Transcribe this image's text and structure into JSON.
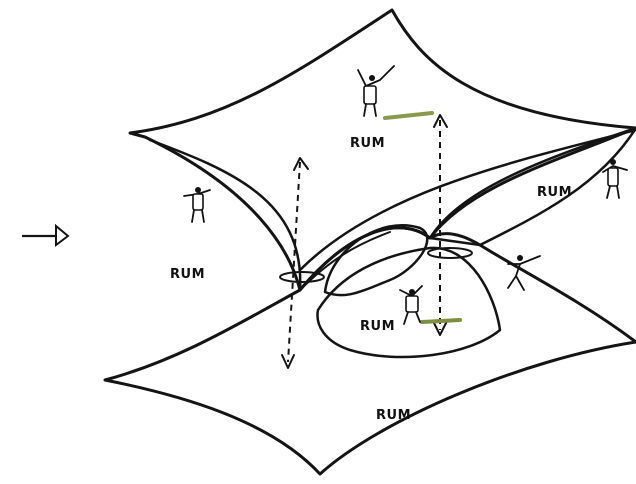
{
  "labels": {
    "rum_upper": "RUM",
    "rum_right": "RUM",
    "rum_left": "RUM",
    "rum_inner": "RUM",
    "rum_bottom": "RUM"
  },
  "colors": {
    "surface_fill": "#b6c96a",
    "inner_fill": "#98ac52",
    "stroke": "#141414",
    "background": "#ffffff"
  },
  "icons": {
    "arrow": "right-arrow-icon",
    "double_arrow": "vertical-double-arrow-icon",
    "person": "person-figure-icon"
  }
}
